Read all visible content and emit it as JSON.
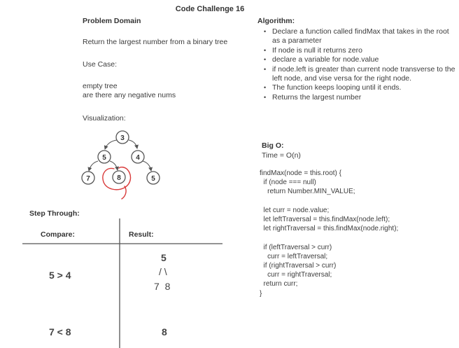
{
  "title": "Code Challenge 16",
  "problem": {
    "heading": "Problem Domain",
    "description": "Return the largest number from a binary tree",
    "use_case_label": "Use Case:",
    "use_cases": [
      "empty tree",
      "are there any negative nums"
    ],
    "visualization_label": "Visualization:"
  },
  "tree": {
    "root": "3",
    "left": "5",
    "right": "4",
    "left_left": "7",
    "left_right": "8",
    "right_right": "5"
  },
  "algorithm": {
    "heading": "Algorithm:",
    "steps": [
      "Declare a function called findMax that takes in the root as a parameter",
      "If node is null it returns zero",
      "declare a variable for node.value",
      "if node.left is greater than current node transverse to the left node, and vise versa for the right node.",
      "The function keeps looping until it ends.",
      "Returns the largest number"
    ]
  },
  "big_o": {
    "heading": "Big O:",
    "time": "Time = O(n)"
  },
  "code": [
    "findMax(node = this.root) {",
    "  if (node === null)",
    "    return Number.MIN_VALUE;",
    "",
    "  let curr = node.value;",
    "  let leftTraversal = this.findMax(node.left);",
    "  let rightTraversal = this.findMax(node.right);",
    "",
    "  if (leftTraversal > curr)",
    "    curr = leftTraversal;",
    "  if (rightTraversal > curr)",
    "    curr = rightTraversal;",
    "  return curr;",
    "}"
  ],
  "step_through": {
    "heading": "Step Through:",
    "headers": {
      "compare": "Compare:",
      "result": "Result:"
    },
    "rows": [
      {
        "compare": "5 > 4",
        "result_top": "5",
        "result_mid": "/ \\",
        "result_bottom": "7  8"
      },
      {
        "compare": "7 < 8",
        "result_top": "8"
      }
    ]
  },
  "colors": {
    "text": "#3c3c3c",
    "node_stroke": "#555555",
    "highlight_circle": "#d93a3a"
  }
}
